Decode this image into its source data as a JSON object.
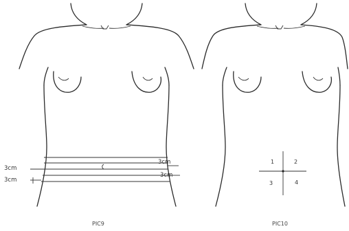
{
  "left_figure": {
    "labels": {
      "left_upper": "3cm",
      "left_lower": "3cm",
      "right_upper": "3cm",
      "right_lower": "3cm"
    },
    "caption": "PIC9"
  },
  "right_figure": {
    "quadrants": [
      "1",
      "2",
      "3",
      "4"
    ],
    "caption": "PIC10"
  }
}
